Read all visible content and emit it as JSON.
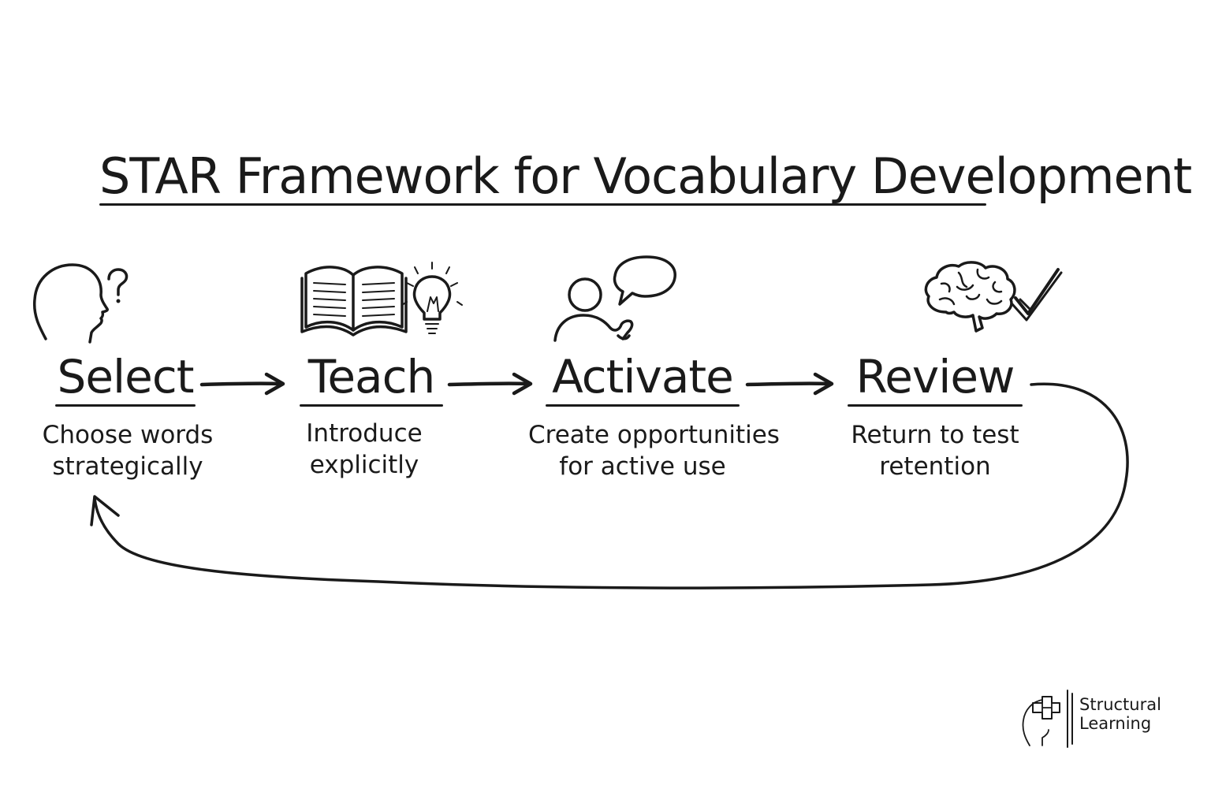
{
  "title": "STAR Framework for Vocabulary Development",
  "steps": [
    {
      "label": "Select",
      "desc_line1": "Choose words",
      "desc_line2": "strategically",
      "icon": "head-question-icon"
    },
    {
      "label": "Teach",
      "desc_line1": "Introduce",
      "desc_line2": "explicitly",
      "icon": "book-lightbulb-icon"
    },
    {
      "label": "Activate",
      "desc_line1": "Create opportunities",
      "desc_line2": "for active use",
      "icon": "person-speech-bubble-icon"
    },
    {
      "label": "Review",
      "desc_line1": "Return to test",
      "desc_line2": "retention",
      "icon": "brain-checkmark-icon"
    }
  ],
  "logo": {
    "line1": "Structural",
    "line2": "Learning",
    "icon": "head-puzzle-icon"
  }
}
